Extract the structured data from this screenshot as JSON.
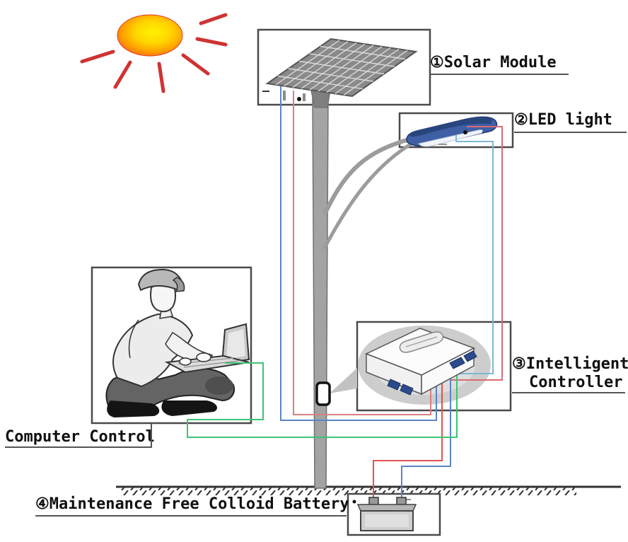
{
  "labels": {
    "solar_module": "①Solar Module",
    "led_light": "②LED light",
    "controller_line1": "③Intelligent",
    "controller_line2": "Controller",
    "battery": "④Maintenance Free Colloid Battery",
    "computer_control": "Computer Control"
  },
  "colors": {
    "wire_solar_red": "#d98080",
    "wire_solar_blue": "#5b85c8",
    "wire_led_red": "#d96a74",
    "wire_led_blue": "#7ab8d4",
    "wire_battery_red": "#e05252",
    "wire_battery_blue": "#5b85c8",
    "wire_computer_green": "#3cc473",
    "sun_core": "#fff200",
    "sun_mid": "#ff9d00",
    "sun_edge": "#e8431f",
    "sun_ray": "#cf3333",
    "lamp_blue": "#3f5fa5",
    "lamp_blue_dark": "#28457e",
    "port_blue": "#2c4a8c"
  }
}
